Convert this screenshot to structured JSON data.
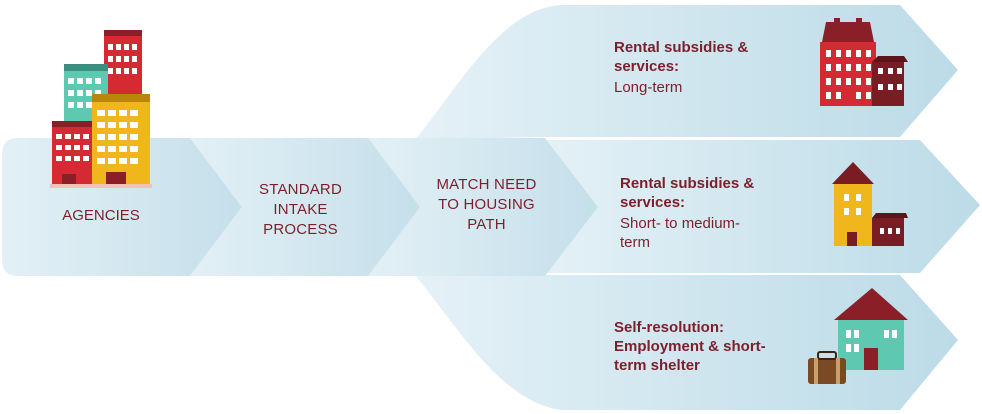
{
  "flow": {
    "steps": [
      {
        "label": "AGENCIES"
      },
      {
        "label": "STANDARD INTAKE PROCESS"
      },
      {
        "label": "MATCH NEED TO  HOUSING PATH"
      }
    ],
    "outcomes": [
      {
        "heading": "Rental subsidies & services:",
        "detail": "Long-term",
        "icon": "apartment-building-icon"
      },
      {
        "heading": "Rental subsidies & services:",
        "detail": "Short- to medium-term",
        "icon": "townhouse-icon"
      },
      {
        "heading": "Self-resolution: Employment & short-term shelter",
        "detail": "",
        "icon": "house-with-suitcase-icon"
      }
    ]
  },
  "colors": {
    "arrow_light": "#dcecf3",
    "arrow_dark": "#bcdbe8",
    "text": "#7d1f2a",
    "red": "#d42a33",
    "teal": "#5ec9b0",
    "yellow": "#efb71b",
    "maroon": "#7a1c24"
  }
}
